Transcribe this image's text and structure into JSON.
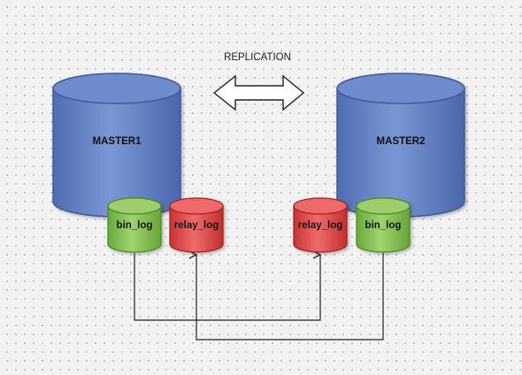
{
  "diagram": {
    "title": "REPLICATION",
    "nodes": {
      "master1": {
        "label": "MASTER1"
      },
      "master2": {
        "label": "MASTER2"
      },
      "master1_bin_log": {
        "label": "bin_log"
      },
      "master1_relay_log": {
        "label": "relay_log"
      },
      "master2_relay_log": {
        "label": "relay_log"
      },
      "master2_bin_log": {
        "label": "bin_log"
      }
    },
    "edges": [
      {
        "from": "master1",
        "to": "master2",
        "type": "bidirectional-hollow-arrow"
      },
      {
        "from": "master1_bin_log",
        "to": "master2_relay_log",
        "type": "orthogonal-arrow"
      },
      {
        "from": "master2_bin_log",
        "to": "master1_relay_log",
        "type": "orthogonal-arrow"
      }
    ]
  },
  "colors": {
    "background": "#f2f2f2",
    "master_fill": "#5f7ec2",
    "bin_log_fill": "#7fbf4d",
    "relay_log_fill": "#e04a4a",
    "connector": "#222222"
  }
}
